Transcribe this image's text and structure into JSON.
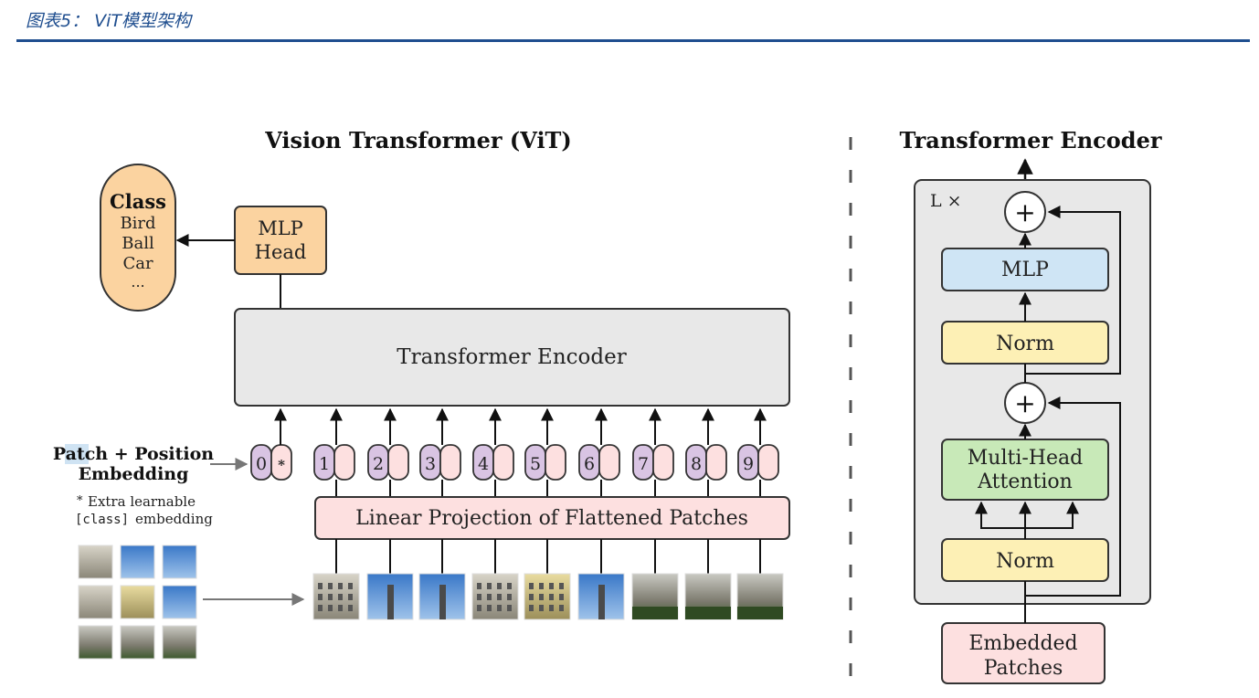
{
  "caption": "图表5： ViT模型架构",
  "vit": {
    "title": "Vision Transformer (ViT)",
    "class_box": {
      "title": "Class",
      "items": [
        "Bird",
        "Ball",
        "Car",
        "..."
      ]
    },
    "mlp_head": [
      "MLP",
      "Head"
    ],
    "encoder_label": "Transformer Encoder",
    "patch_position": [
      "Patch + Position",
      "Embedding"
    ],
    "footnote": {
      "star": "*",
      "line1": "Extra learnable",
      "line2_code": "[class]",
      "line2_text": "embedding"
    },
    "token_indices": [
      "0",
      "1",
      "2",
      "3",
      "4",
      "5",
      "6",
      "7",
      "8",
      "9"
    ],
    "class_token_star": "*",
    "projection_label": "Linear Projection of Flattened Patches"
  },
  "encoder": {
    "title": "Transformer Encoder",
    "repeat_label": "L ×",
    "plus_symbol": "+",
    "mlp": "MLP",
    "norm_top": "Norm",
    "attention": [
      "Multi-Head",
      "Attention"
    ],
    "norm_bottom": "Norm",
    "embedded": [
      "Embedded",
      "Patches"
    ]
  },
  "colors": {
    "caption_blue": "#1f4e8f",
    "orange": "#fbd3a0",
    "grey_box": "#e8e8e8",
    "pink": "#fde0e0",
    "purple": "#d9c4e3",
    "blue": "#cfe5f5",
    "yellow": "#fdf0b5",
    "green": "#c8e9b8"
  }
}
